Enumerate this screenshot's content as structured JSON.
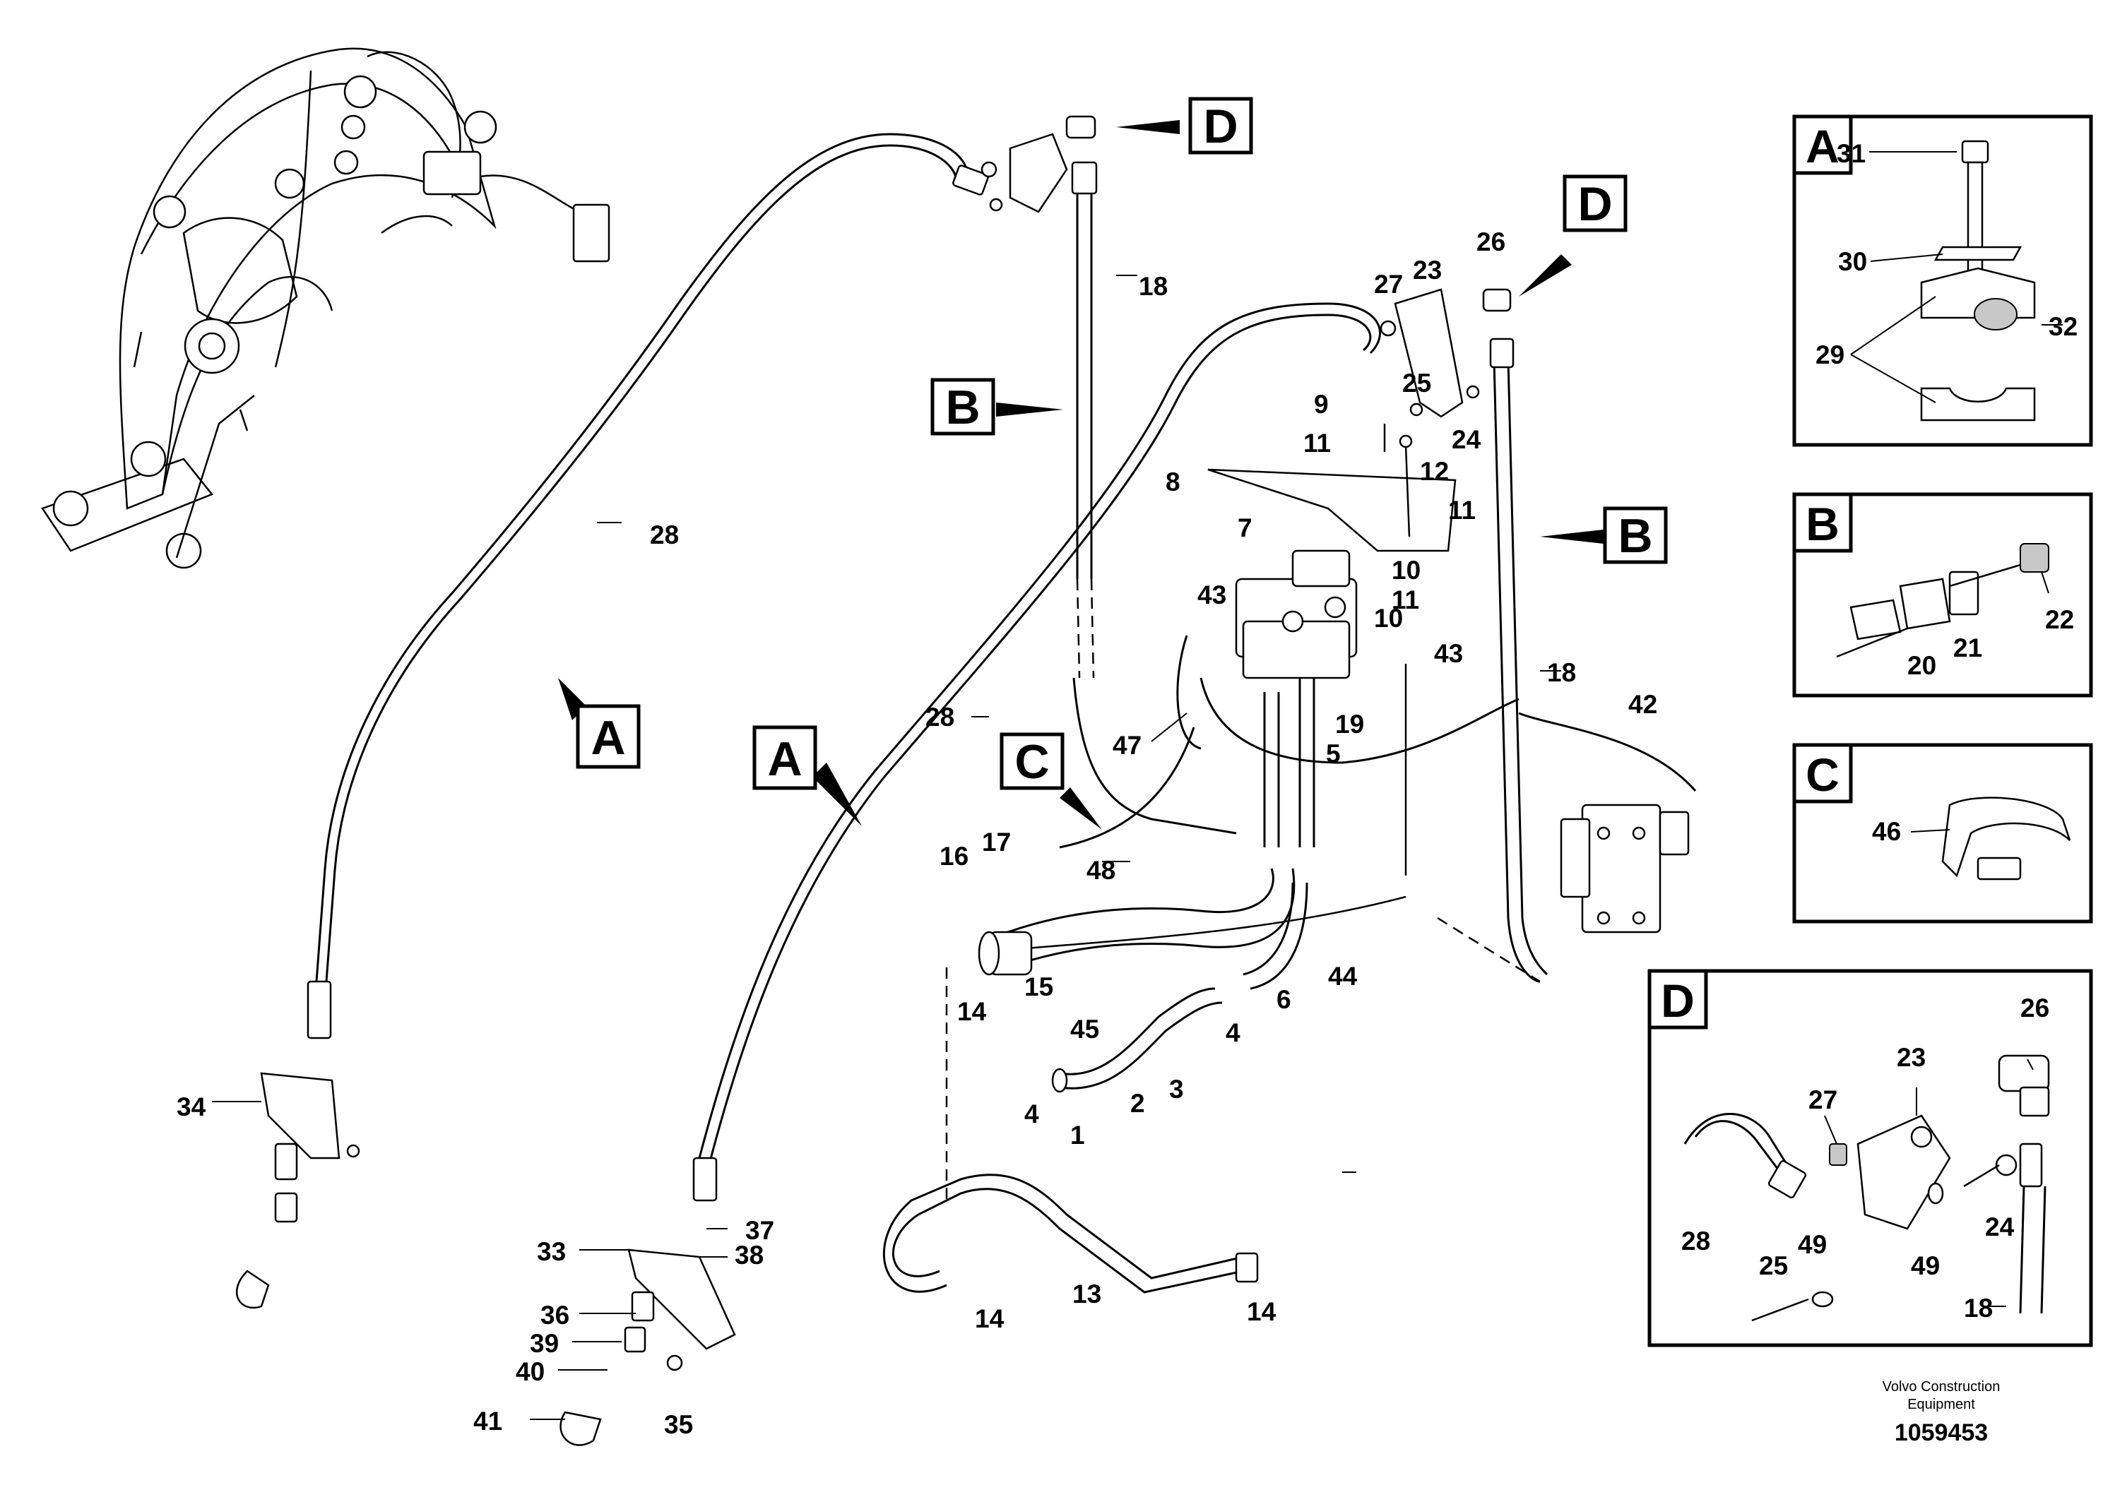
{
  "callouts": {
    "a1": "A",
    "a2": "A",
    "b1": "B",
    "b2": "B",
    "c1": "C",
    "d1": "D",
    "d2": "D"
  },
  "insets": {
    "a": {
      "letter": "A",
      "labels": [
        "31",
        "30",
        "29",
        "32"
      ]
    },
    "b": {
      "letter": "B",
      "labels": [
        "22",
        "20",
        "21"
      ]
    },
    "c": {
      "letter": "C",
      "labels": [
        "46"
      ]
    },
    "d": {
      "letter": "D",
      "labels": [
        "26",
        "23",
        "27",
        "28",
        "24",
        "25",
        "49",
        "49",
        "18"
      ]
    }
  },
  "part_labels": [
    "28",
    "18",
    "27",
    "23",
    "26",
    "9",
    "25",
    "11",
    "24",
    "12",
    "8",
    "11",
    "7",
    "10",
    "43",
    "11",
    "10",
    "43",
    "18",
    "28",
    "47",
    "19",
    "5",
    "42",
    "16",
    "17",
    "48",
    "15",
    "14",
    "45",
    "2",
    "3",
    "4",
    "6",
    "44",
    "4",
    "1",
    "34",
    "37",
    "33",
    "38",
    "36",
    "39",
    "40",
    "41",
    "35",
    "13",
    "14",
    "14"
  ],
  "footer": {
    "brand_line1": "Volvo Construction",
    "brand_line2": "Equipment",
    "doc_number": "1059453"
  }
}
